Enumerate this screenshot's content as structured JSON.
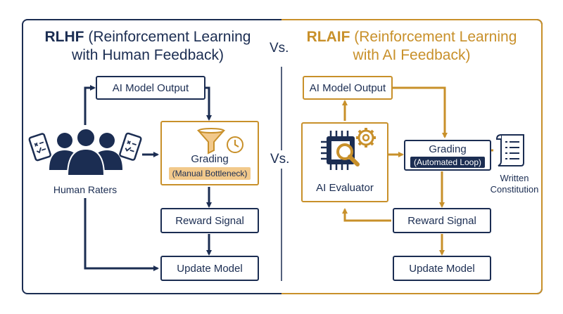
{
  "rlhf": {
    "title_bold": "RLHF",
    "title_rest": "(Reinforcement Learning with Human Feedback)",
    "ai_model_output": "AI Model Output",
    "grading": "Grading",
    "grading_tag": "(Manual Bottleneck)",
    "human_raters": "Human Raters",
    "reward_signal": "Reward Signal",
    "update_model": "Update Model"
  },
  "vs_top": "Vs.",
  "vs_mid": "Vs.",
  "rlaif": {
    "title_bold": "RLAIF",
    "title_rest": "(Reinforcement Learning with AI Feedback)",
    "ai_model_output": "AI Model Output",
    "ai_evaluator": "AI Evaluator",
    "grading": "Grading",
    "grading_tag": "(Automated Loop)",
    "written_constitution_1": "Written",
    "written_constitution_2": "Constitution",
    "reward_signal": "Reward Signal",
    "update_model": "Update Model"
  },
  "colors": {
    "navy": "#1b2d52",
    "gold": "#c8902a",
    "tag_fill": "#f2c98b"
  }
}
